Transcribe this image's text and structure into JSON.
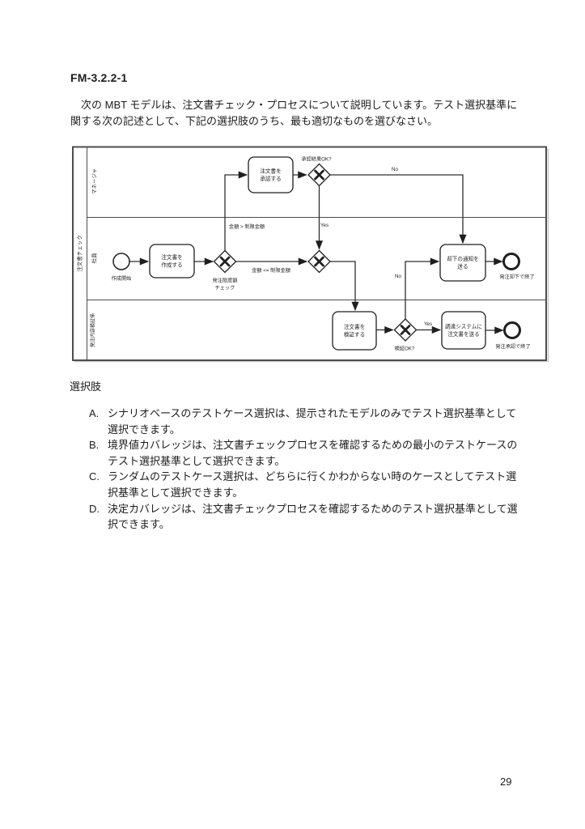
{
  "page": {
    "title": "FM-3.2.2-1",
    "number": "29"
  },
  "intro": "　次の MBT モデルは、注文書チェック・プロセスについて説明しています。テスト選択基準に\n関する次の記述として、下記の選択肢のうち、最も適切なものを選びなさい。",
  "choices": {
    "heading": "選択肢",
    "options": [
      {
        "label": "A.",
        "text": "シナリオベースのテストケース選択は、提示されたモデルのみでテスト選択基準として\n選択できます。"
      },
      {
        "label": "B.",
        "text": "境界値カバレッジは、注文書チェックプロセスを確認するための最小のテストケースの\nテスト選択基準として選択できます。"
      },
      {
        "label": "C.",
        "text": "ランダムのテストケース選択は、どちらに行くかわからない時のケースとしてテスト選\n択基準として選択できます。"
      },
      {
        "label": "D.",
        "text": "決定カバレッジは、注文書チェックプロセスを確認するためのテスト選択基準として選\n択できます。"
      }
    ]
  },
  "diagram": {
    "pool_label": "注文書チェック",
    "lanes": {
      "manager": "マネージャ",
      "employee": "社員",
      "order_check": "発注内容検証係"
    },
    "start_event": {
      "label": "作成開始"
    },
    "tasks": {
      "create": {
        "line1": "注文書を",
        "line2": "作成する"
      },
      "approve": {
        "line1": "注文書を",
        "line2": "承認する"
      },
      "reject_notice": {
        "line1": "却下の通知を",
        "line2": "送る"
      },
      "verify": {
        "line1": "注文書を",
        "line2": "検証する"
      },
      "send": {
        "line1": "調達システムに",
        "line2": "注文書を送る"
      }
    },
    "gateways": {
      "limit_check_line1": "発注限度額",
      "limit_check_line2": "チェック",
      "approval_ok": "承認結果OK?",
      "verify_ok": "検証OK?"
    },
    "edge_labels": {
      "over_limit": "金額 > 制限金額",
      "under_limit": "金額 <= 制限金額",
      "approval_no": "No",
      "approval_yes": "Yes",
      "verify_yes": "Yes",
      "verify_no": "No"
    },
    "end_events": {
      "rejected": "発注却下で終了",
      "approved": "発注承認で終了"
    },
    "colors": {
      "line": "#2e2e2e",
      "border": "#4d4d4d",
      "fill": "#ffffff"
    }
  }
}
